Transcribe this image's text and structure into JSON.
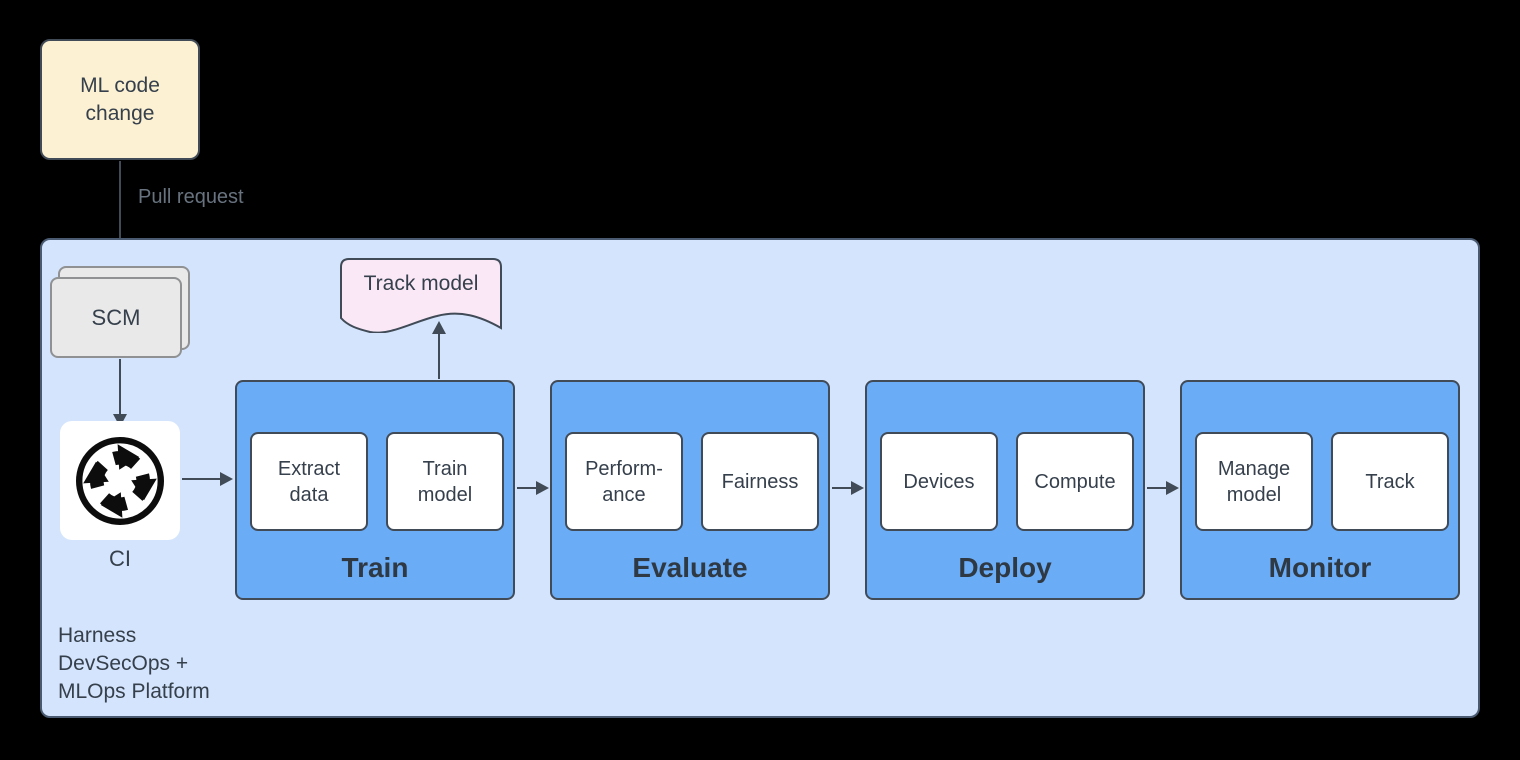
{
  "colors": {
    "canvas_bg": "#000000",
    "platform_fill": "#D4E4FC",
    "platform_border": "#4A5A70",
    "stage_fill": "#6BACF7",
    "trigger_fill": "#FCF2D3",
    "scm_fill": "#E9E9E9",
    "scm_border": "#8F9193",
    "doc_fill": "#FAE8F7",
    "stroke_slate": "#414B57",
    "text_dark": "#36404C",
    "text_muted": "#68737F",
    "icon_black": "#0D0D0D",
    "tile_white": "#FFFFFF"
  },
  "trigger": {
    "label": "ML code\nchange"
  },
  "edges": {
    "pull_request_label": "Pull request"
  },
  "platform": {
    "label": "Harness\nDevSecOps +\nMLOps Platform"
  },
  "scm": {
    "label": "SCM"
  },
  "ci": {
    "label": "CI",
    "icon": "ci-cycle-icon"
  },
  "artifact": {
    "label": "Track model"
  },
  "stages": [
    {
      "title": "Train",
      "items": [
        "Extract\ndata",
        "Train\nmodel"
      ]
    },
    {
      "title": "Evaluate",
      "items": [
        "Perform-\nance",
        "Fairness"
      ]
    },
    {
      "title": "Deploy",
      "items": [
        "Devices",
        "Compute"
      ]
    },
    {
      "title": "Monitor",
      "items": [
        "Manage\nmodel",
        "Track"
      ]
    }
  ]
}
